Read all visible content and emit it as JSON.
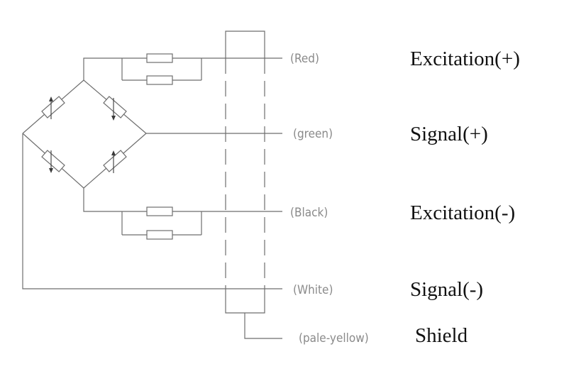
{
  "wires": [
    {
      "color_label": "(Red)",
      "function_label": "Excitation(+)"
    },
    {
      "color_label": "(green)",
      "function_label": "Signal(+)"
    },
    {
      "color_label": "(Black)",
      "function_label": "Excitation(-)"
    },
    {
      "color_label": "(White)",
      "function_label": "Signal(-)"
    },
    {
      "color_label": "(pale-yellow)",
      "function_label": "Shield"
    }
  ],
  "colors": {
    "line": "#6e6e6e",
    "color_label_text": "#8a8a8a",
    "function_label_text": "#111111"
  }
}
